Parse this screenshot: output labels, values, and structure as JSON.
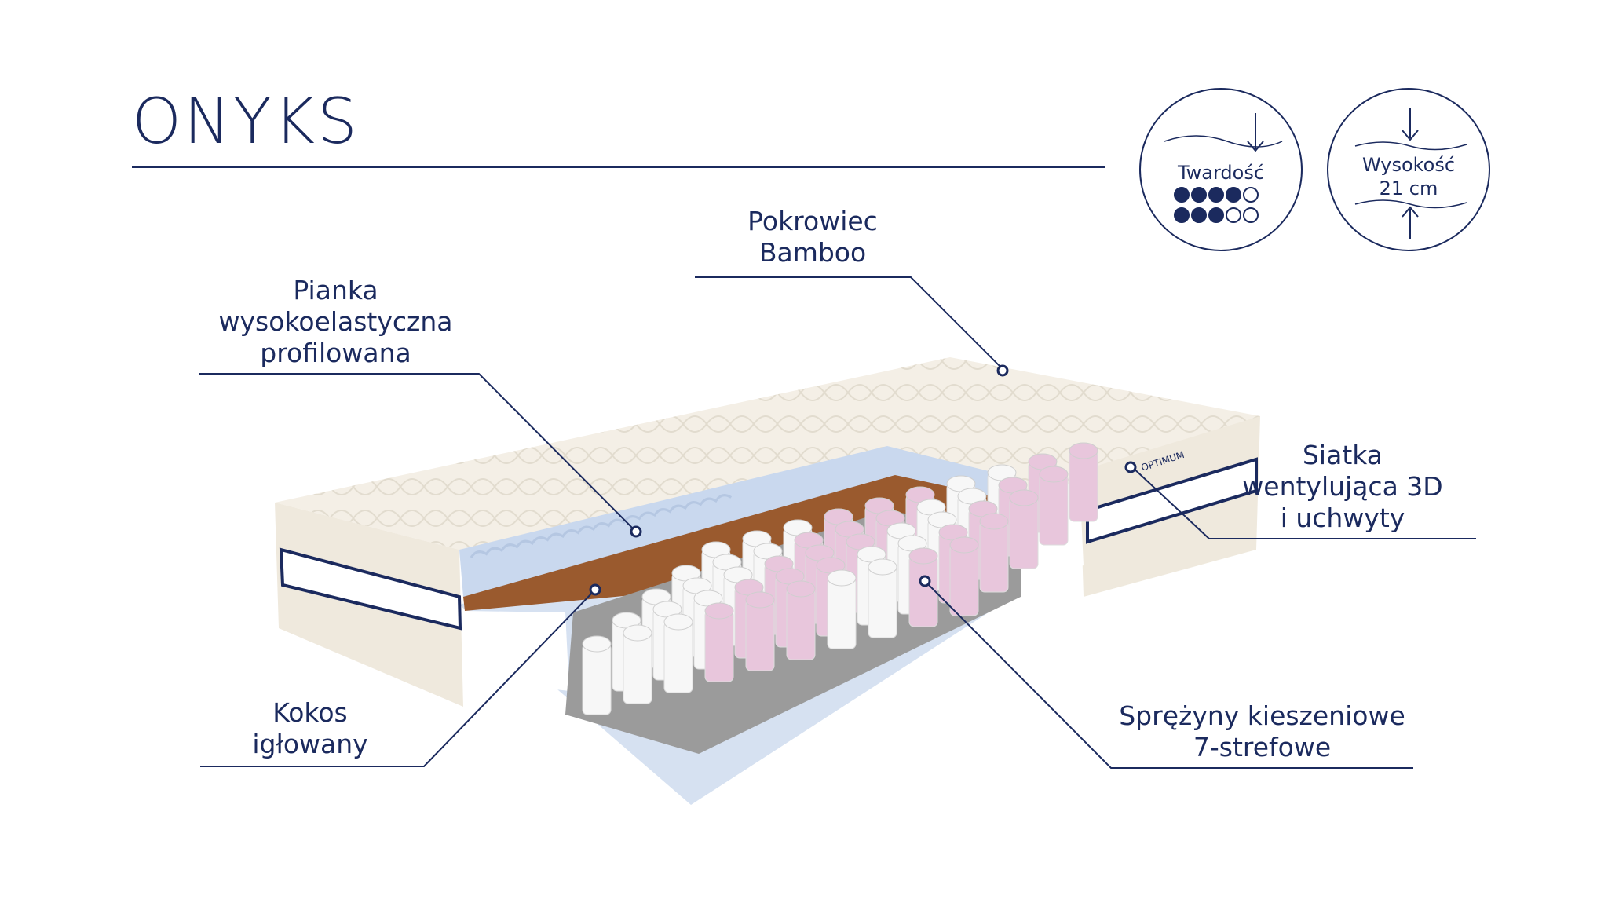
{
  "product": {
    "name": "ONYKS"
  },
  "badges": {
    "firmness": {
      "label": "Twardość",
      "icon": "down-arrow-icon",
      "rows": [
        {
          "filled": 4,
          "total": 5
        },
        {
          "filled": 3,
          "total": 5
        }
      ]
    },
    "height": {
      "label": "Wysokość",
      "value": "21 cm",
      "icons": [
        "down-arrow-icon",
        "up-arrow-icon"
      ]
    }
  },
  "callouts": {
    "cover": {
      "lines": [
        "Pokrowiec",
        "Bamboo"
      ]
    },
    "foam": {
      "lines": [
        "Pianka",
        "wysokoelastyczna",
        "profilowana"
      ]
    },
    "mesh": {
      "lines": [
        "Siatka",
        "wentylująca 3D",
        "i uchwyty"
      ]
    },
    "coconut": {
      "lines": [
        "Kokos",
        "igłowany"
      ]
    },
    "springs": {
      "lines": [
        "Sprężyny kieszeniowe",
        "7-strefowe"
      ]
    }
  },
  "brand_tag": "OPTIMUM",
  "colors": {
    "navy": "#1b2a5e",
    "cover": "#f4efe6",
    "foam_blue": "#c9d8ee",
    "coconut": "#9a5a2e",
    "spring_pink": "#e8c6dc",
    "spring_white": "#f7f7f7",
    "felt_grey": "#9b9b9b"
  }
}
